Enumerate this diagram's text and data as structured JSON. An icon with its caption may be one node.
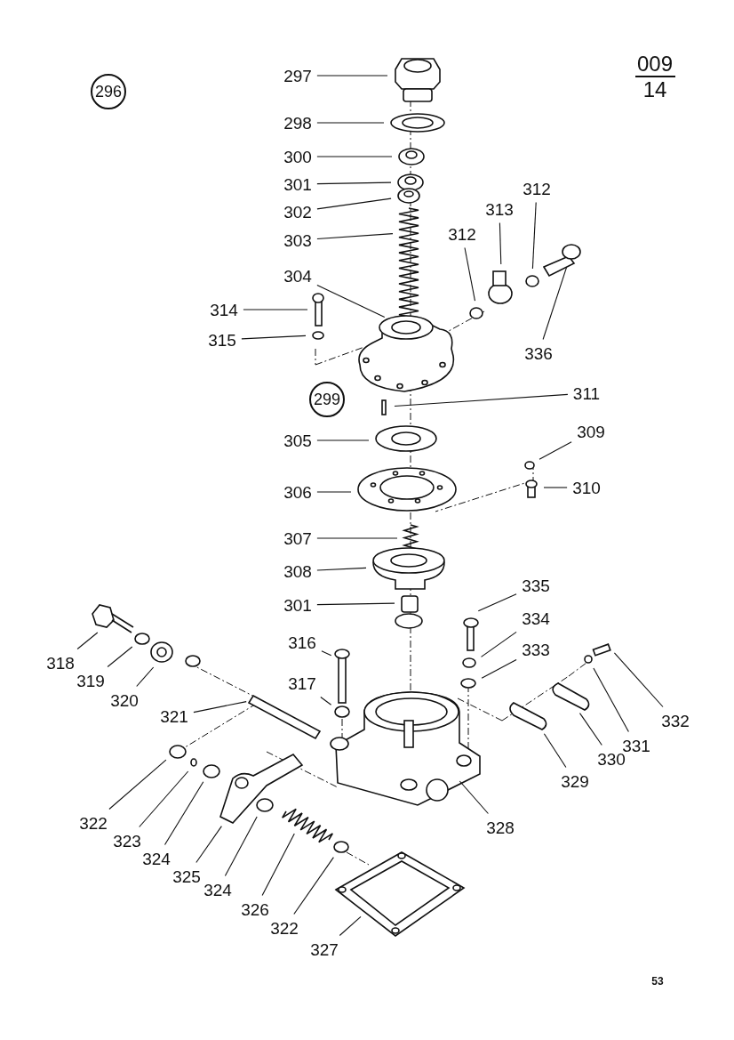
{
  "diagram": {
    "nodes": [
      {
        "text": [
          "296"
        ]
      },
      {
        "text": [
          "297"
        ]
      },
      {
        "text": [
          "298"
        ]
      },
      {
        "text": [
          "300"
        ]
      },
      {
        "text": [
          "301"
        ]
      },
      {
        "text": [
          "302"
        ]
      },
      {
        "text": [
          "303"
        ]
      },
      {
        "text": [
          "312"
        ]
      },
      {
        "text": [
          "313"
        ]
      },
      {
        "text": [
          "312"
        ]
      },
      {
        "text": [
          "304"
        ]
      },
      {
        "text": [
          "314"
        ]
      },
      {
        "text": [
          "315"
        ]
      },
      {
        "text": [
          "336"
        ]
      },
      {
        "text": [
          "299"
        ]
      },
      {
        "text": [
          "311"
        ]
      },
      {
        "text": [
          "305"
        ]
      },
      {
        "text": [
          "309"
        ]
      },
      {
        "text": [
          "306"
        ]
      },
      {
        "text": [
          "310"
        ]
      },
      {
        "text": [
          "307"
        ]
      },
      {
        "text": [
          "308"
        ]
      },
      {
        "text": [
          "301"
        ]
      },
      {
        "text": [
          "335"
        ]
      },
      {
        "text": [
          "334"
        ]
      },
      {
        "text": [
          "316"
        ]
      },
      {
        "text": [
          "333"
        ]
      },
      {
        "text": [
          "318"
        ]
      },
      {
        "text": [
          "319"
        ]
      },
      {
        "text": [
          "320"
        ]
      },
      {
        "text": [
          "317"
        ]
      },
      {
        "text": [
          "321"
        ]
      },
      {
        "text": [
          "332"
        ]
      },
      {
        "text": [
          "331"
        ]
      },
      {
        "text": [
          "330"
        ]
      },
      {
        "text": [
          "329"
        ]
      },
      {
        "text": [
          "322"
        ]
      },
      {
        "text": [
          "328"
        ]
      },
      {
        "text": [
          "323"
        ]
      },
      {
        "text": [
          "324"
        ]
      },
      {
        "text": [
          "325"
        ]
      },
      {
        "text": [
          "324"
        ]
      },
      {
        "text": [
          "326"
        ]
      },
      {
        "text": [
          "322"
        ]
      },
      {
        "text": [
          "327"
        ]
      }
    ],
    "edges": [
      {
        "from": 1,
        "to": null,
        "arrow": "none"
      },
      {
        "from": 2,
        "to": null,
        "arrow": "none"
      },
      {
        "from": 3,
        "to": null,
        "arrow": "none"
      },
      {
        "from": 4,
        "to": null,
        "arrow": "none"
      },
      {
        "from": 5,
        "to": null,
        "arrow": "none"
      },
      {
        "from": 6,
        "to": null,
        "arrow": "none"
      },
      {
        "from": 7,
        "to": null,
        "arrow": "none"
      },
      {
        "from": 8,
        "to": null,
        "arrow": "none"
      },
      {
        "from": 9,
        "to": null,
        "arrow": "none"
      },
      {
        "from": 10,
        "to": null,
        "arrow": "none"
      },
      {
        "from": 11,
        "to": null,
        "arrow": "none"
      },
      {
        "from": 12,
        "to": null,
        "arrow": "none"
      },
      {
        "from": 13,
        "to": null,
        "arrow": "none"
      },
      {
        "from": 15,
        "to": null,
        "arrow": "none"
      },
      {
        "from": 16,
        "to": null,
        "arrow": "none"
      },
      {
        "from": 17,
        "to": null,
        "arrow": "none"
      },
      {
        "from": 18,
        "to": null,
        "arrow": "none"
      },
      {
        "from": 19,
        "to": null,
        "arrow": "none"
      },
      {
        "from": 20,
        "to": null,
        "arrow": "none"
      },
      {
        "from": 21,
        "to": null,
        "arrow": "none"
      },
      {
        "from": 22,
        "to": null,
        "arrow": "none"
      },
      {
        "from": 23,
        "to": null,
        "arrow": "none"
      },
      {
        "from": 24,
        "to": null,
        "arrow": "none"
      },
      {
        "from": 25,
        "to": null,
        "arrow": "none"
      },
      {
        "from": 26,
        "to": null,
        "arrow": "none"
      },
      {
        "from": 27,
        "to": null,
        "arrow": "none"
      },
      {
        "from": 28,
        "to": null,
        "arrow": "none"
      },
      {
        "from": 29,
        "to": null,
        "arrow": "none"
      },
      {
        "from": 30,
        "to": null,
        "arrow": "none"
      },
      {
        "from": 31,
        "to": null,
        "arrow": "none"
      },
      {
        "from": 32,
        "to": null,
        "arrow": "none"
      },
      {
        "from": 33,
        "to": null,
        "arrow": "none"
      },
      {
        "from": 34,
        "to": null,
        "arrow": "none"
      },
      {
        "from": 35,
        "to": null,
        "arrow": "none"
      },
      {
        "from": 36,
        "to": null,
        "arrow": "none"
      },
      {
        "from": 37,
        "to": null,
        "arrow": "none"
      },
      {
        "from": 38,
        "to": null,
        "arrow": "none"
      },
      {
        "from": 39,
        "to": null,
        "arrow": "none"
      },
      {
        "from": 40,
        "to": null,
        "arrow": "none"
      },
      {
        "from": 41,
        "to": null,
        "arrow": "none"
      },
      {
        "from": 42,
        "to": null,
        "arrow": "none"
      },
      {
        "from": 43,
        "to": null,
        "arrow": "none"
      },
      {
        "from": 44,
        "to": null,
        "arrow": "none"
      }
    ],
    "labels": [
      "009",
      "14",
      "53"
    ]
  }
}
